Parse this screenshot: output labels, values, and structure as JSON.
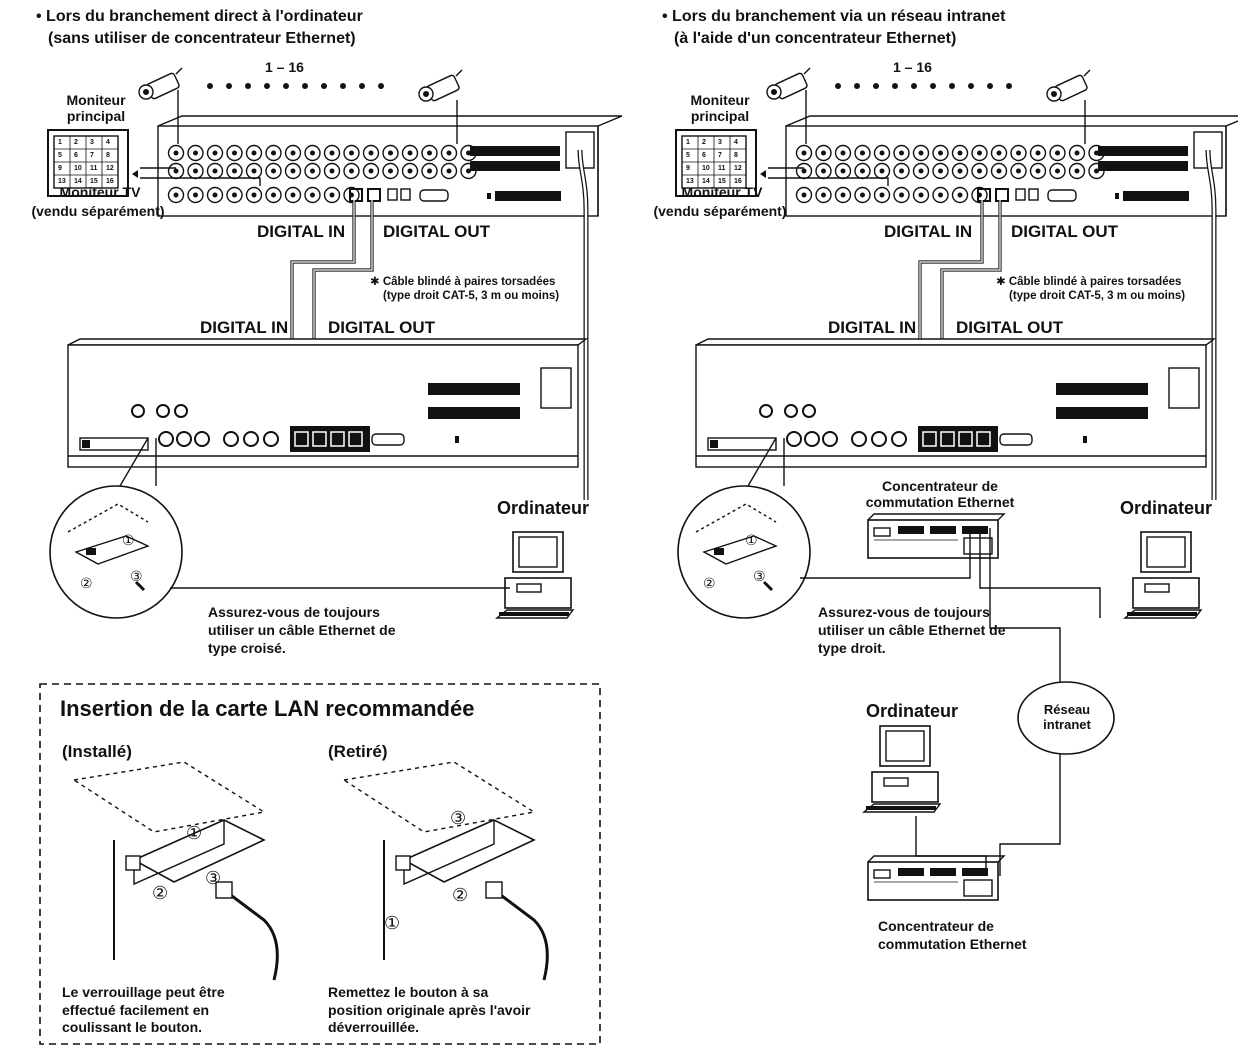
{
  "left": {
    "header_line1": "• Lors du branchement direct à l'ordinateur",
    "header_line2": "(sans utiliser de concentrateur Ethernet)",
    "camera_range": "1 – 16",
    "main_monitor": "Moniteur\nprincipal",
    "tv_monitor": "Moniteur TV",
    "tv_sold_separately": "(vendu séparément)",
    "digital_in_top": "DIGITAL IN",
    "digital_out_top": "DIGITAL OUT",
    "cable_note_line1": "✱ Câble blindé à paires torsadées",
    "cable_note_line2": "(type droit CAT-5, 3 m ou moins)",
    "digital_in_bottom": "DIGITAL IN",
    "digital_out_bottom": "DIGITAL OUT",
    "computer": "Ordinateur",
    "cable_advice": "Assurez-vous de toujours\nutiliser un câble Ethernet de\ntype croisé.",
    "step_nums": [
      "①",
      "②",
      "③"
    ]
  },
  "right": {
    "header_line1": "• Lors du branchement via un réseau intranet",
    "header_line2": "(à l'aide d'un concentrateur Ethernet)",
    "camera_range": "1 – 16",
    "main_monitor": "Moniteur\nprincipal",
    "tv_monitor": "Moniteur TV",
    "tv_sold_separately": "(vendu séparément)",
    "digital_in_top": "DIGITAL IN",
    "digital_out_top": "DIGITAL OUT",
    "cable_note_line1": "✱ Câble blindé à paires torsadées",
    "cable_note_line2": "(type droit CAT-5, 3 m ou moins)",
    "digital_in_bottom": "DIGITAL IN",
    "digital_out_bottom": "DIGITAL OUT",
    "hub_upper": "Concentrateur de\ncommutation Ethernet",
    "computer_right": "Ordinateur",
    "cable_advice": "Assurez-vous de toujours\nutiliser un câble Ethernet de\ntype droit.",
    "computer_lower": "Ordinateur",
    "intranet": "Réseau\nintranet",
    "hub_lower": "Concentrateur de\ncommutation Ethernet",
    "step_nums": [
      "①",
      "②",
      "③"
    ]
  },
  "lan_box": {
    "title": "Insertion de la carte LAN recommandée",
    "installed_label": "(Installé)",
    "removed_label": "(Retiré)",
    "installed_caption": "Le verrouillage peut être\neffectué facilement en\ncoulissant le bouton.",
    "removed_caption": "Remettez le bouton à sa\nposition originale après l'avoir\ndéverrouillée.",
    "step_nums": [
      "①",
      "②",
      "③"
    ]
  },
  "monitor_grid": [
    "1",
    "2",
    "3",
    "4",
    "5",
    "6",
    "7",
    "8",
    "9",
    "10",
    "11",
    "12",
    "13",
    "14",
    "15",
    "16"
  ]
}
